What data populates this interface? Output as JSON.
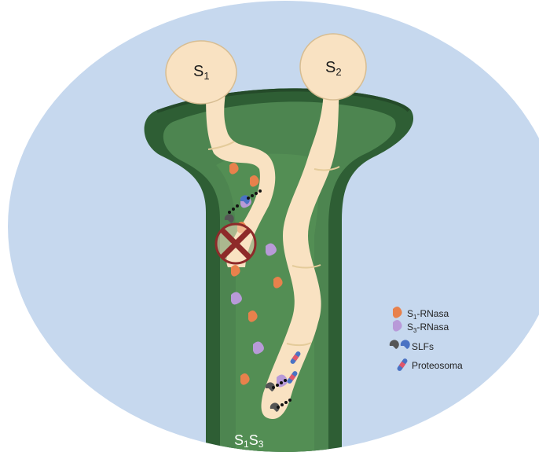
{
  "pollen_labels": {
    "left": {
      "base": "S",
      "sub": "1"
    },
    "right": {
      "base": "S",
      "sub": "2"
    }
  },
  "style_label": {
    "a": "S",
    "a_sub": "1",
    "b": "S",
    "b_sub": "3"
  },
  "legend": {
    "s1_rnasa": {
      "base": "S",
      "sub": "1",
      "rest": "-RNasa",
      "color": "#e8814c"
    },
    "s3_rnasa": {
      "base": "S",
      "sub": "3",
      "rest": "-RNasa",
      "color": "#b89ad8"
    },
    "slfs": {
      "text": "SLFs",
      "colors": [
        "#555555",
        "#4a72c4"
      ]
    },
    "proteosoma": {
      "text": "Proteosoma",
      "colors": [
        "#4a72c4",
        "#e0566b"
      ]
    }
  },
  "colors": {
    "background_ellipse": "#c6d8ee",
    "style_outer": "#2e5e34",
    "style_inner": "#4d8550",
    "pollen_tube": "#f9e2c2",
    "block_x": "#8e2a2a"
  },
  "icons": {
    "block": "cross-circle-icon",
    "s1_rnasa": "s1-rnasa-icon",
    "s3_rnasa": "s3-rnasa-icon",
    "slf": "slf-icon",
    "proteasome": "proteasome-icon"
  }
}
